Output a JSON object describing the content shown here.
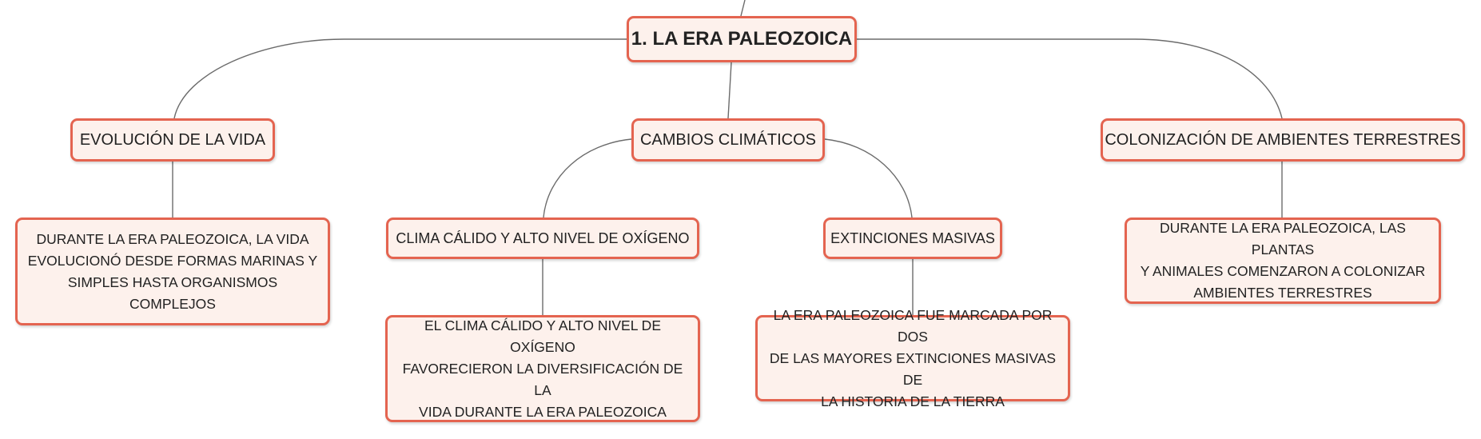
{
  "mindmap": {
    "root": "1. LA ERA PALEOZOICA",
    "topics": [
      {
        "label": "EVOLUCIÓN DE LA VIDA"
      },
      {
        "label": "CAMBIOS CLIMÁTICOS"
      },
      {
        "label": "COLONIZACIÓN DE AMBIENTES TERRESTRES"
      }
    ],
    "subtopics": [
      {
        "label": "CLIMA CÁLIDO Y ALTO NIVEL DE OXÍGENO"
      },
      {
        "label": "EXTINCIONES MASIVAS"
      }
    ],
    "details": [
      {
        "lines": [
          "DURANTE LA ERA PALEOZOICA, LA VIDA",
          "EVOLUCIONÓ DESDE FORMAS MARINAS Y",
          "SIMPLES HASTA ORGANISMOS COMPLEJOS"
        ]
      },
      {
        "lines": [
          "EL CLIMA CÁLIDO Y ALTO NIVEL DE OXÍGENO",
          "FAVORECIERON LA DIVERSIFICACIÓN DE LA",
          "VIDA DURANTE LA ERA PALEOZOICA"
        ]
      },
      {
        "lines": [
          "LA ERA PALEOZOICA FUE MARCADA POR DOS",
          "DE LAS MAYORES EXTINCIONES MASIVAS DE",
          "LA HISTORIA DE LA TIERRA"
        ]
      },
      {
        "lines": [
          "DURANTE LA ERA PALEOZOICA, LAS PLANTAS",
          "Y ANIMALES COMENZARON A COLONIZAR",
          "AMBIENTES TERRESTRES"
        ]
      }
    ],
    "colors": {
      "border": "#e46450",
      "fill": "#fdf1ec",
      "connector": "#6b6b6b"
    }
  }
}
